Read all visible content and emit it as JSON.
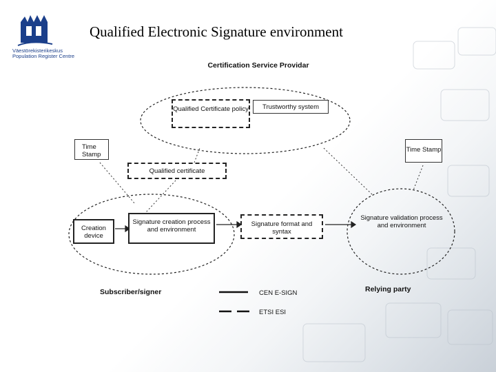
{
  "title": "Qualified Electronic Signature environment",
  "logo": {
    "line1": "Väestörekisterikeskus",
    "line2": "Population Register Centre"
  },
  "diagram": {
    "csp_label": "Certification Service Providar",
    "qc_policy": "Qualified Certificate policy",
    "trustworthy": "Trustworthy system",
    "time_stamp_left": "Time Stamp",
    "time_stamp_right": "Time Stamp",
    "qualified_certificate": "Qualified certificate",
    "creation_device": "Creation device",
    "sig_creation": "Signature creation process and environment",
    "sig_format": "Signature format and syntax",
    "sig_validation": "Signature validation process and environment",
    "subscriber": "Subscriber/signer",
    "relying": "Relying party",
    "legend_solid": "CEN E-SIGN",
    "legend_dashed": "ETSI ESI"
  }
}
